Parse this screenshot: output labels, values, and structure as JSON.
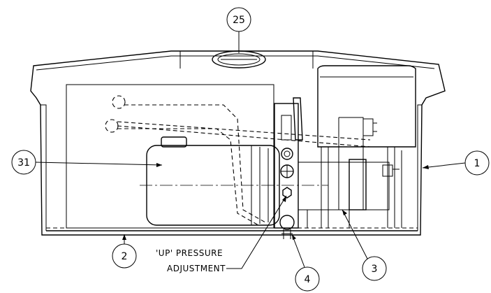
{
  "callouts": [
    "25",
    "31",
    "1",
    "2",
    "3",
    "4"
  ],
  "labels": {
    "line1": "'UP' PRESSURE",
    "line2": "ADJUSTMENT"
  }
}
